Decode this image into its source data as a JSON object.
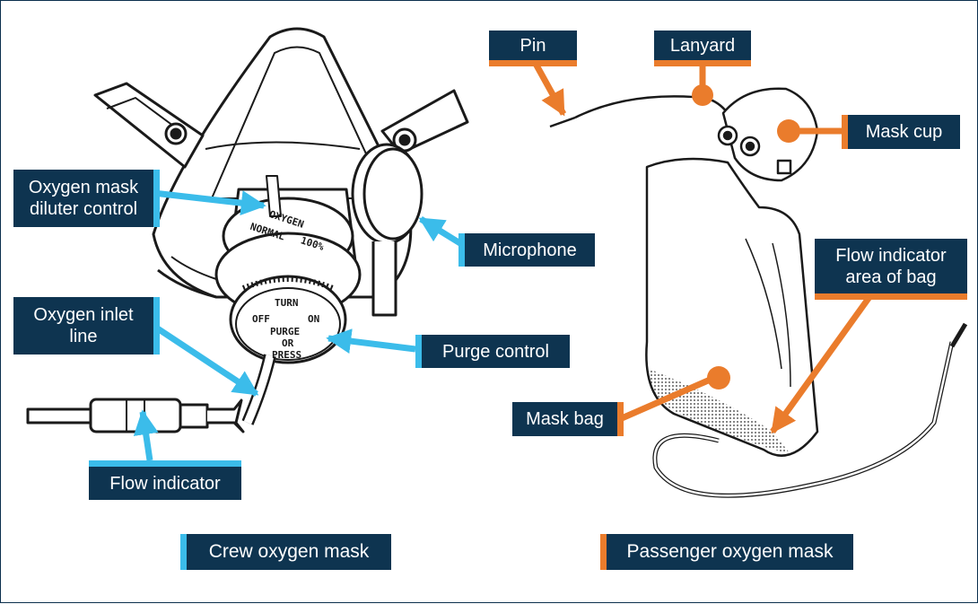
{
  "colors": {
    "crew_accent": "#3bbcea",
    "passenger_accent": "#ea7c2c",
    "label_bg": "#0e3450"
  },
  "crew": {
    "caption": "Crew oxygen mask",
    "labels": {
      "diluter": "Oxygen mask\ndiluter control",
      "microphone": "Microphone",
      "inlet": "Oxygen inlet\nline",
      "purge": "Purge control",
      "flow": "Flow indicator"
    },
    "regulator_text": {
      "oxygen": "OXYGEN",
      "normal": "NORMAL",
      "pct": "100%",
      "turn": "TURN",
      "off": "OFF",
      "on": "ON",
      "purge": "PURGE",
      "or": "OR",
      "press": "PRESS"
    }
  },
  "passenger": {
    "caption": "Passenger oxygen mask",
    "labels": {
      "pin": "Pin",
      "lanyard": "Lanyard",
      "mask_cup": "Mask cup",
      "flow_area": "Flow indicator\narea of bag",
      "mask_bag": "Mask bag"
    }
  }
}
